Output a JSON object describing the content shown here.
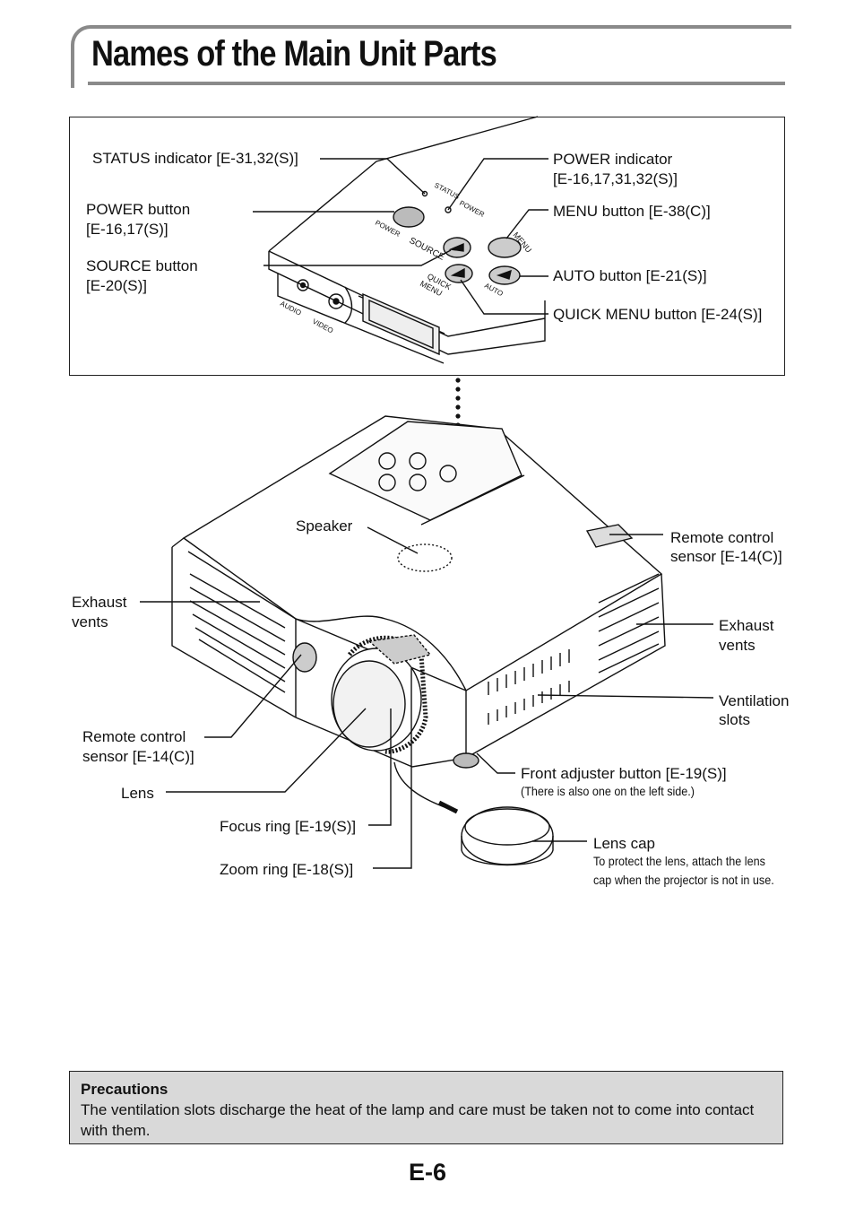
{
  "page": {
    "title": "Names of the Main Unit Parts",
    "page_number": "E-6"
  },
  "detail_labels": {
    "status_indicator": "STATUS indicator [E-31,32(S)]",
    "power_button_1": "POWER button",
    "power_button_2": "[E-16,17(S)]",
    "source_button_1": "SOURCE button",
    "source_button_2": "[E-20(S)]",
    "power_indicator_1": "POWER indicator",
    "power_indicator_2": "[E-16,17,31,32(S)]",
    "menu_button": "MENU button [E-38(C)]",
    "auto_button": "AUTO button [E-21(S)]",
    "quick_menu_button": "QUICK MENU button [E-24(S)]"
  },
  "panel_markings": {
    "status": "STATUS",
    "power_ind": "POWER",
    "power": "POWER",
    "source": "SOURCE",
    "menu": "MENU",
    "quick_menu_1": "QUICK",
    "quick_menu_2": "MENU",
    "auto": "AUTO",
    "audio": "AUDIO",
    "video": "VIDEO"
  },
  "main_labels": {
    "speaker": "Speaker",
    "remote_sensor_top_1": "Remote control",
    "remote_sensor_top_2": "sensor [E-14(C)]",
    "exhaust_left_1": "Exhaust",
    "exhaust_left_2": "vents",
    "exhaust_right_1": "Exhaust",
    "exhaust_right_2": "vents",
    "ventilation_1": "Ventilation",
    "ventilation_2": "slots",
    "remote_sensor_front_1": "Remote control",
    "remote_sensor_front_2": "sensor [E-14(C)]",
    "lens": "Lens",
    "front_adjuster": "Front adjuster button [E-19(S)]",
    "front_adjuster_note": "(There is also one on the left side.)",
    "focus_ring": "Focus ring [E-19(S)]",
    "zoom_ring": "Zoom ring [E-18(S)]",
    "lens_cap": "Lens cap",
    "lens_cap_note_1": "To protect the lens, attach the lens",
    "lens_cap_note_2": "cap when the projector is not in use."
  },
  "precautions": {
    "title": "Precautions",
    "text": "The ventilation slots discharge the heat of the lamp and care must be taken not to come into contact with them."
  }
}
